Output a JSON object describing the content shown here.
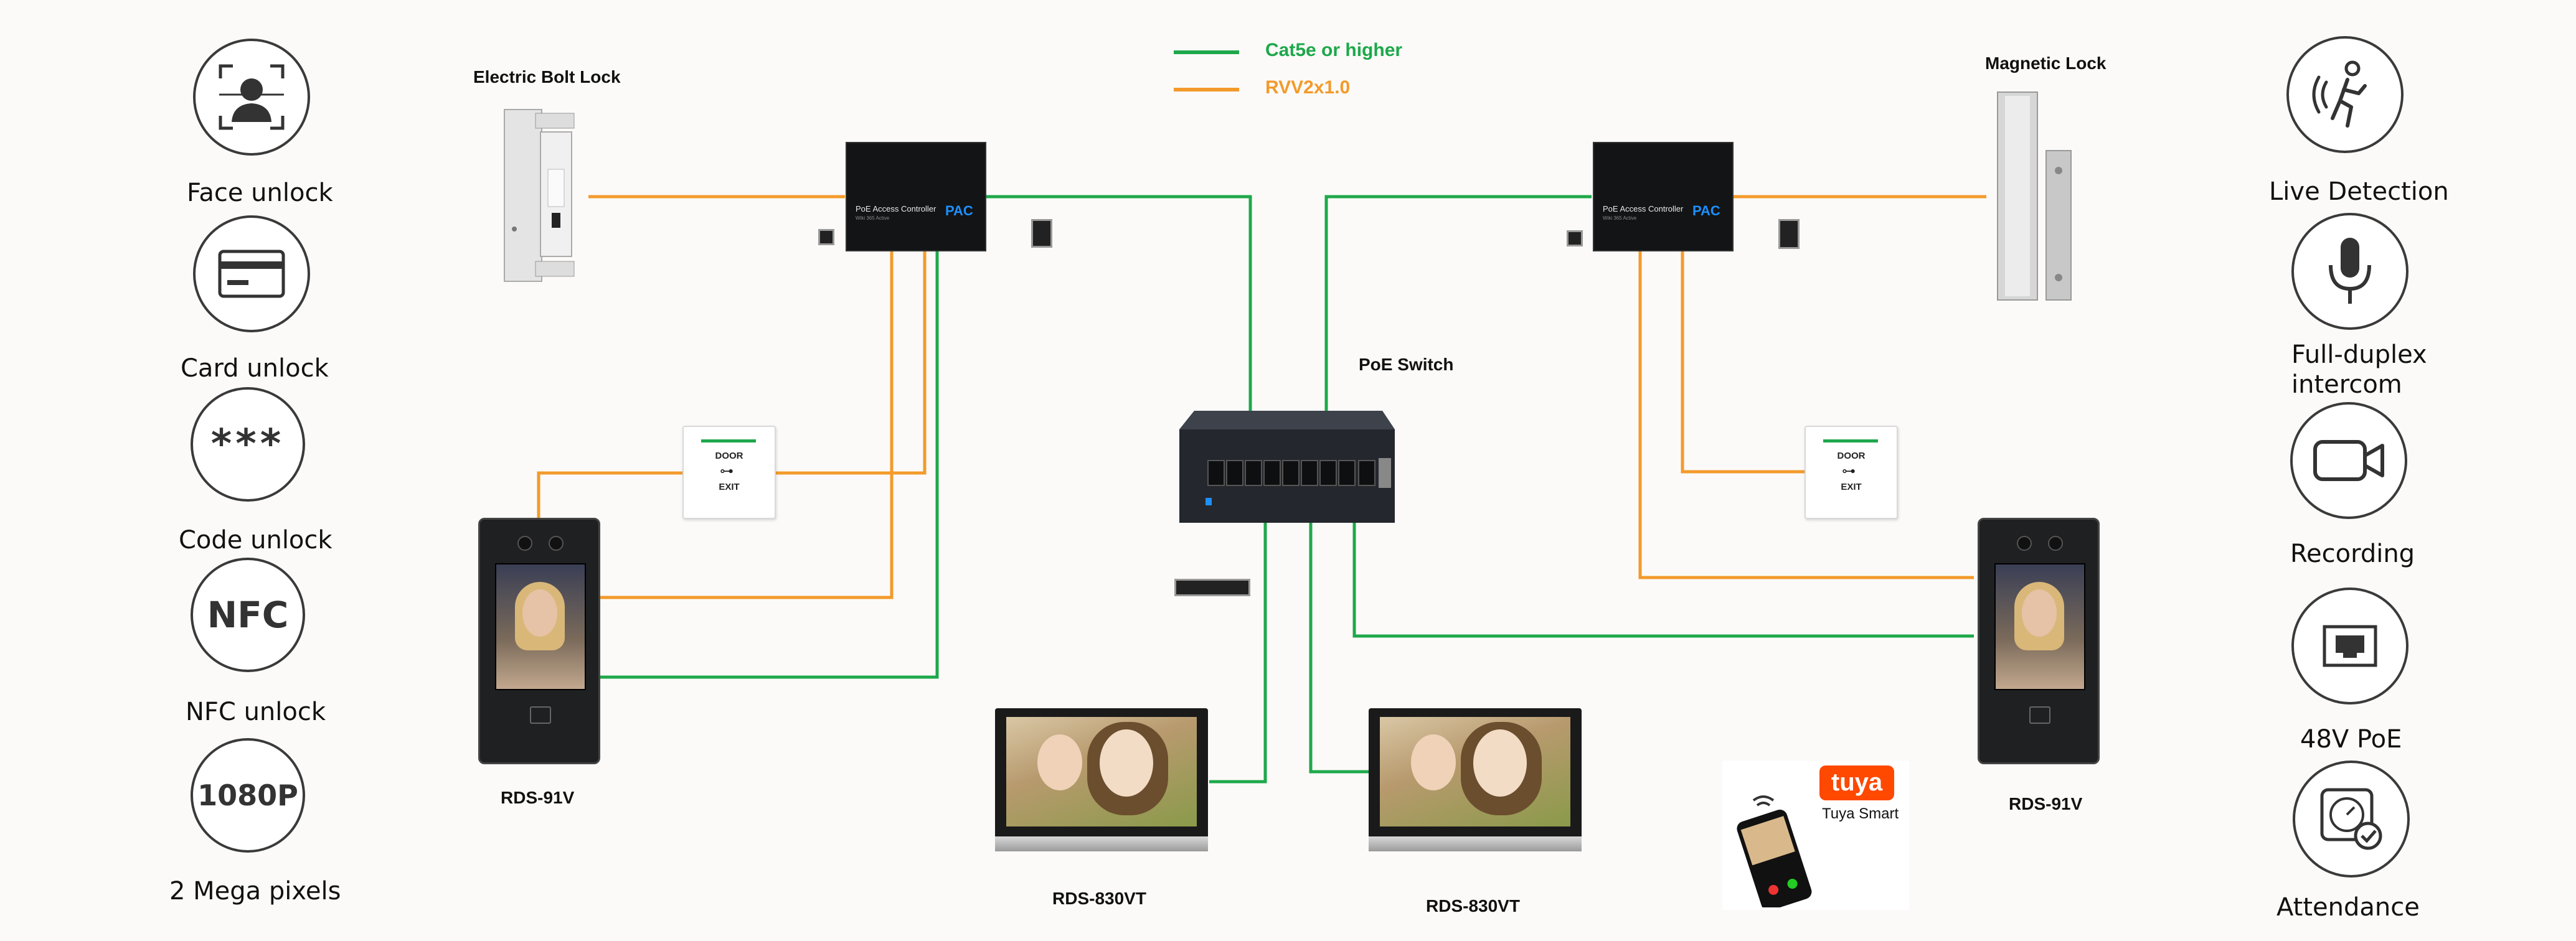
{
  "legend": [
    {
      "label": "Cat5e or higher",
      "color": "#1ea84b"
    },
    {
      "label": "RVV2x1.0",
      "color": "#f39a2b"
    }
  ],
  "colors": {
    "cat5e": "#1ea84b",
    "rvv": "#f39a2b"
  },
  "features_left": [
    {
      "icon": "face-scan-icon",
      "label": "Face unlock"
    },
    {
      "icon": "card-icon",
      "label": "Card unlock"
    },
    {
      "icon": "asterisks-icon",
      "label": "Code unlock",
      "glyph": "***"
    },
    {
      "icon": "nfc-icon",
      "label": "NFC unlock",
      "glyph": "NFC"
    },
    {
      "icon": "1080p-icon",
      "label": "2 Mega pixels",
      "glyph": "1080P"
    }
  ],
  "features_right": [
    {
      "icon": "motion-detection-icon",
      "label": "Live Detection"
    },
    {
      "icon": "microphone-icon",
      "label": "Full-duplex\nintercom"
    },
    {
      "icon": "video-camera-icon",
      "label": "Recording"
    },
    {
      "icon": "ethernet-port-icon",
      "label": "48V PoE"
    },
    {
      "icon": "attendance-clock-icon",
      "label": "Attendance"
    }
  ],
  "devices": {
    "bolt_lock": "Electric Bolt Lock",
    "magnetic_lock": "Magnetic Lock",
    "poe_switch": "PoE Switch",
    "door_station_left": "RDS-91V",
    "door_station_right": "RDS-91V",
    "monitor_left": "RDS-830VT",
    "monitor_right": "RDS-830VT",
    "tuya_logo": "tuya",
    "tuya_caption": "Tuya Smart"
  },
  "pac": {
    "title": "PoE Access Controller",
    "subtitle": "Wiki 365 Active",
    "brand": "PAC"
  },
  "exit_button": {
    "line1": "DOOR",
    "line2": "EXIT"
  }
}
